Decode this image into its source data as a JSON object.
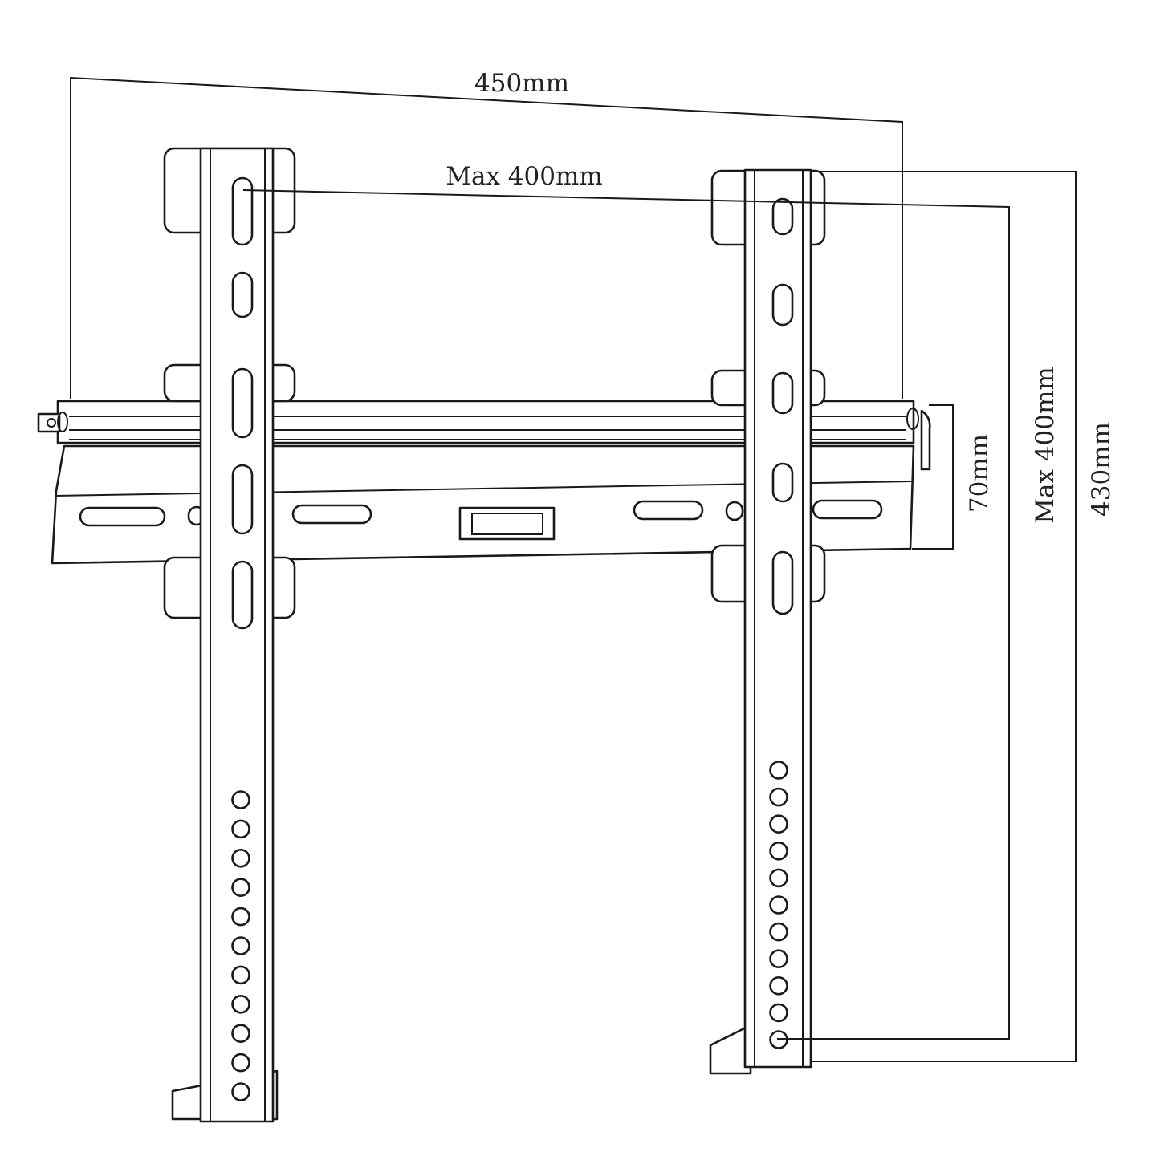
{
  "title": "TV wall mount dimensions",
  "dimensions": {
    "overall_width": "450mm",
    "max_vesa_horizontal": "Max 400mm",
    "depth": "70mm",
    "max_vesa_vertical": "Max 400mm",
    "overall_height": "430mm"
  },
  "colors": {
    "line": "#1a1a1a",
    "background": "#ffffff"
  }
}
